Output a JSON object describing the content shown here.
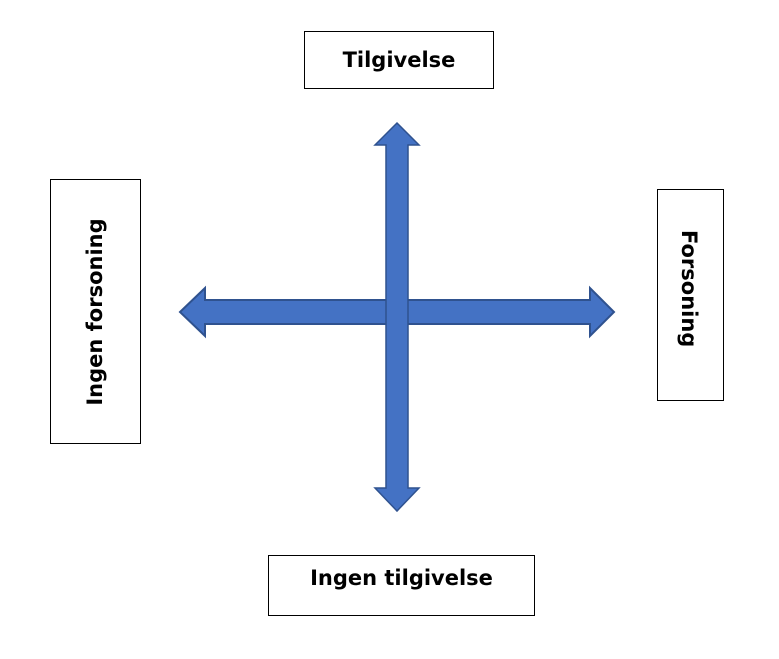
{
  "labels": {
    "top": "Tilgivelse",
    "bottom": "Ingen tilgivelse",
    "left": "Ingen forsoning",
    "right": "Forsoning"
  },
  "colors": {
    "arrow_fill": "#4472C4",
    "arrow_stroke": "#2F528F"
  }
}
